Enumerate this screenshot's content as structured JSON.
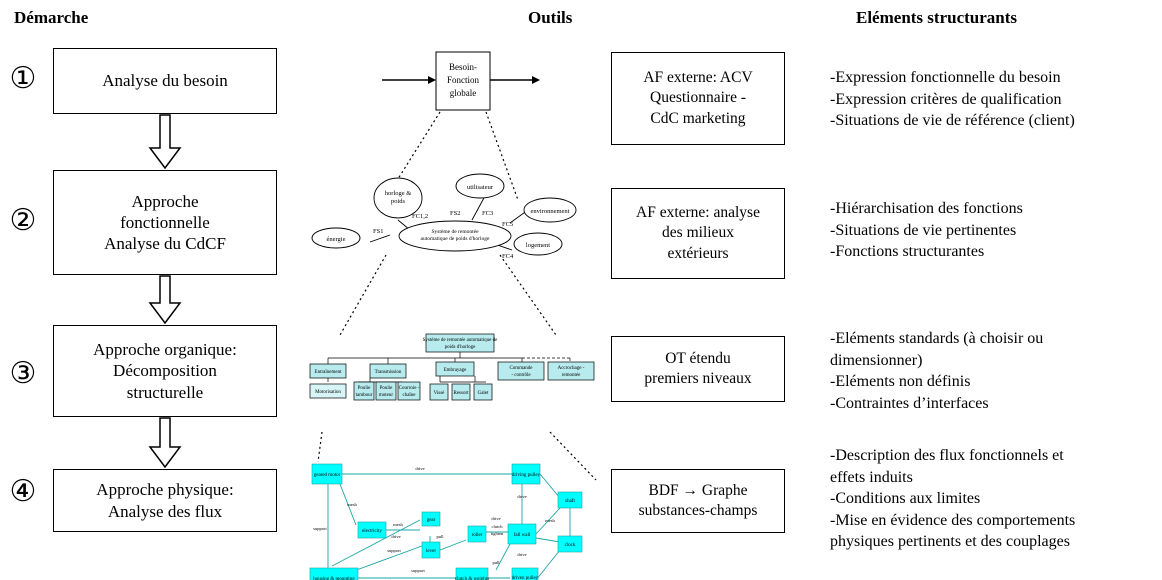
{
  "headers": {
    "demarche": "Démarche",
    "outils": "Outils",
    "elements": "Eléments  structurants"
  },
  "steps": [
    {
      "number": "1",
      "label": "Analyse du besoin"
    },
    {
      "number": "2",
      "label": "Approche\nfonctionnelle\nAnalyse du CdCF"
    },
    {
      "number": "3",
      "label": "Approche organique:\nDécomposition\nstructurelle"
    },
    {
      "number": "4",
      "label": "Approche physique:\nAnalyse des flux"
    }
  ],
  "tools": [
    "AF externe:  ACV\nQuestionnaire -\nCdC marketing",
    "AF externe: analyse\ndes milieux\nextérieurs",
    "OT étendu\npremiers niveaux",
    "BDF → Graphe\nsubstances-champs"
  ],
  "elements": [
    [
      "-Expression fonctionnelle du besoin",
      "-Expression critères de qualification",
      "-Situations de vie de référence (client)"
    ],
    [
      "-Hiérarchisation des fonctions",
      "-Situations de vie pertinentes",
      "-Fonctions structurantes"
    ],
    [
      "-Eléments standards (à choisir ou",
      "dimensionner)",
      "-Eléments non définis",
      "-Contraintes d’interfaces"
    ],
    [
      "-Description des flux fonctionnels et",
      "effets induits",
      "-Conditions aux limites",
      "-Mise en évidence des comportements",
      "physiques pertinents et des couplages"
    ]
  ],
  "diagram1": {
    "box": "Besoin-\nFonction\nglobale"
  },
  "diagram2": {
    "center": "Système de remontée automatique de poids d’horloge",
    "nodes": [
      "horloge & poids",
      "utilisateur",
      "environnement",
      "énergie",
      "logement"
    ],
    "flows": [
      "FC1,2",
      "FS2",
      "FC3",
      "FS1",
      "FC5",
      "FC4"
    ]
  },
  "diagram3": {
    "root": "Système de remontée automatique de poids d’horloge",
    "level1": [
      "Entraînement",
      "Transmission",
      "Embrayage",
      "Commande - contrôle",
      "Accrochage - remontée"
    ],
    "level2": [
      "Motorisation",
      "Poulie tambour",
      "Poulie moteur",
      "Courroie - chaîne",
      "Vissé",
      "Ressort",
      "Galet"
    ]
  },
  "diagram4": {
    "nodes": [
      "geared motor",
      "electricity",
      "gear",
      "lever",
      "roller",
      "fall wall",
      "driving pulley",
      "driven pulley",
      "housing & mounting",
      "clutch & weights",
      "shaft",
      "clock"
    ],
    "labels": [
      "drive",
      "support",
      "mesh",
      "support",
      "pull",
      "mesh",
      "drive",
      "pull",
      "drive",
      "support",
      "clutch",
      "tighten",
      "drive",
      "mesh",
      "support",
      "drive"
    ]
  },
  "colors": {
    "cyan": "#00ffff",
    "cyanFill": "#b7ebee",
    "teal": "#1aa7a7"
  }
}
